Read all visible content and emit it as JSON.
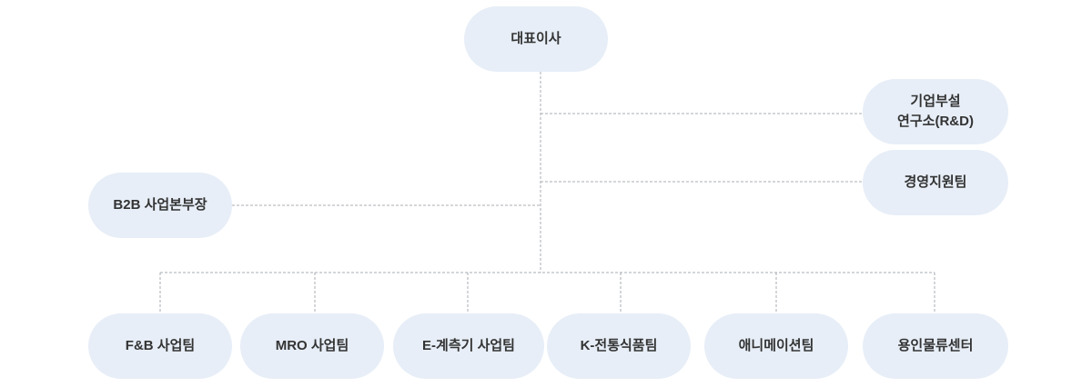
{
  "org_chart": {
    "ceo": {
      "label": "대표이사"
    },
    "rnd": {
      "label_line1": "기업부설",
      "label_line2": "연구소(R&D)"
    },
    "management_support": {
      "label": "경영지원팀"
    },
    "b2b_division": {
      "label": "B2B 사업본부장"
    },
    "teams": [
      {
        "label": "F&B 사업팀"
      },
      {
        "label": "MRO 사업팀"
      },
      {
        "label": "E-계측기 사업팀"
      },
      {
        "label": "K-전통식품팀"
      },
      {
        "label": "애니메이션팀"
      },
      {
        "label": "용인물류센터"
      }
    ]
  },
  "colors": {
    "node_background": "#e7eef7",
    "node_text": "#333333",
    "connector": "#a9adb3"
  }
}
